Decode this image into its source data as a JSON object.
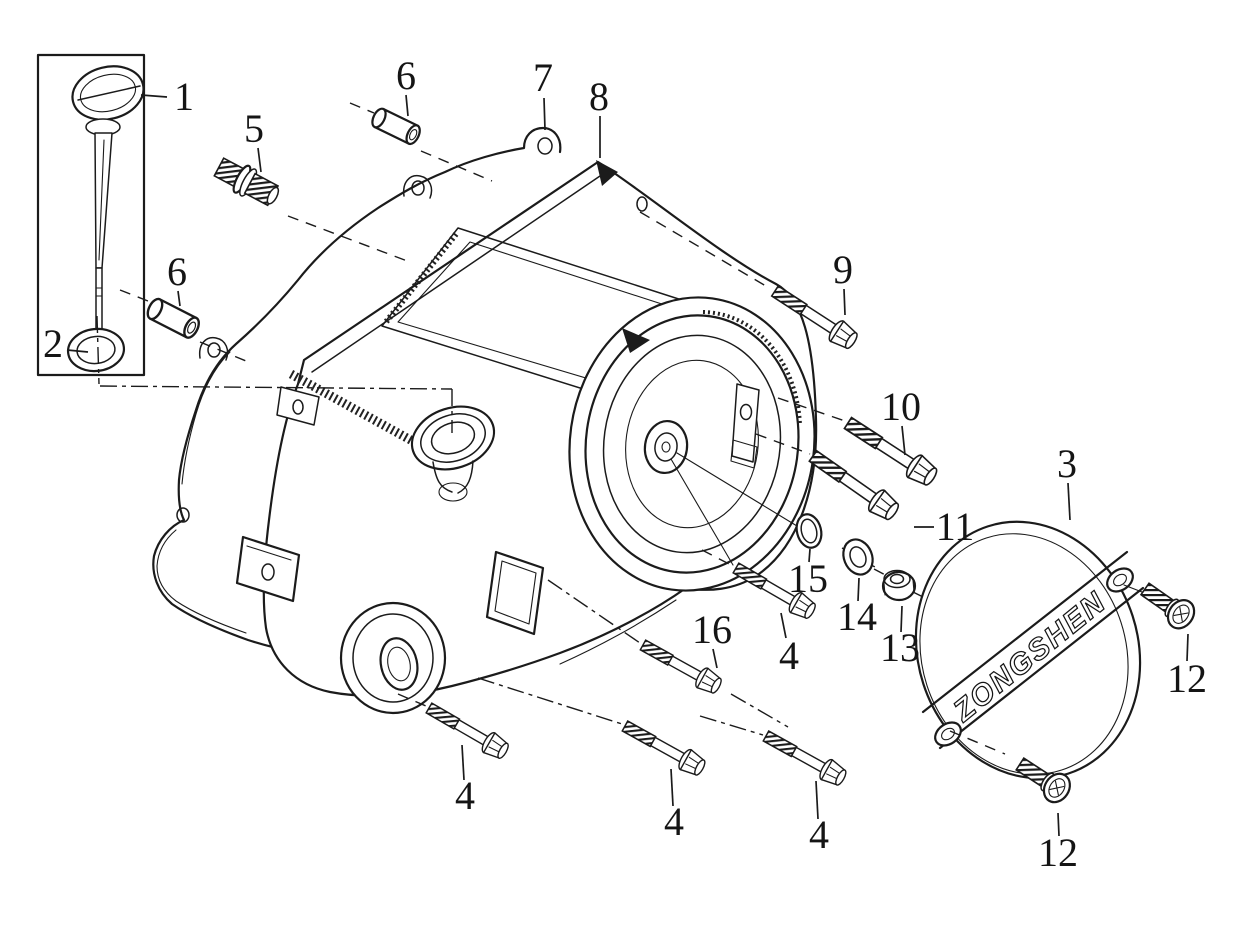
{
  "figure": {
    "type": "exploded-parts-diagram",
    "background_color": "#ffffff",
    "line_color": "#1b1b1b",
    "brand_text": "ZONGSHEN",
    "callouts": {
      "c1": {
        "label": "1"
      },
      "c2": {
        "label": "2"
      },
      "c3": {
        "label": "3"
      },
      "c4a": {
        "label": "4"
      },
      "c4b": {
        "label": "4"
      },
      "c4c": {
        "label": "4"
      },
      "c4d": {
        "label": "4"
      },
      "c5": {
        "label": "5"
      },
      "c6a": {
        "label": "6"
      },
      "c6b": {
        "label": "6"
      },
      "c7": {
        "label": "7"
      },
      "c8": {
        "label": "8"
      },
      "c9": {
        "label": "9"
      },
      "c10": {
        "label": "10"
      },
      "c11": {
        "label": "11"
      },
      "c12a": {
        "label": "12"
      },
      "c12b": {
        "label": "12"
      },
      "c13": {
        "label": "13"
      },
      "c14": {
        "label": "14"
      },
      "c15": {
        "label": "15"
      },
      "c16": {
        "label": "16"
      }
    }
  }
}
